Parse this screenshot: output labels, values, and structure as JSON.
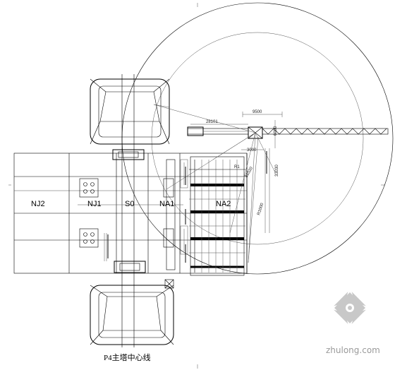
{
  "labels": {
    "nj2": "NJ2",
    "nj1": "NJ1",
    "s0": "S0",
    "na1": "NA1",
    "na2": "NA2"
  },
  "dimensions": {
    "d9500": "9500",
    "d28101": "28101",
    "d6000": "6000",
    "d3000": "3000",
    "d33030": "33030",
    "d31020": "31020",
    "r1": "R1",
    "r1000": "R1000"
  },
  "caption": "P4主塔中心线",
  "watermark": {
    "site": "zhulong.com"
  },
  "colors": {
    "line": "#000000",
    "watermark_logo": "#c8c8c8",
    "watermark_text": "#9a9a9a"
  }
}
